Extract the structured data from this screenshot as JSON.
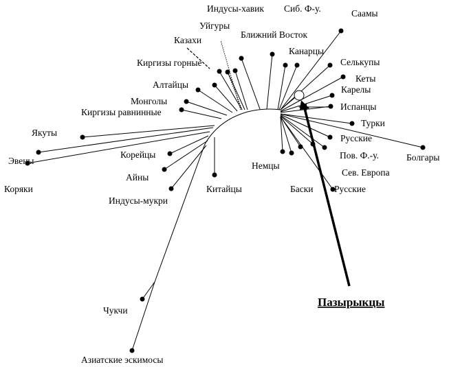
{
  "diagram": {
    "title": "Пазырыкцы",
    "populations": {
      "indus_khavik": "Индусы-хавик",
      "sib_fu": "Сиб. Ф-у.",
      "saamy": "Саамы",
      "uigury": "Уйгуры",
      "blizhny_vostok": "Ближний Восток",
      "kazakhi": "Казахи",
      "kanartsy": "Канарцы",
      "selkupy": "Селькупы",
      "kirgizy_gornye": "Киргизы горные",
      "kety": "Кеты",
      "altaitsy": "Алтайцы",
      "karely": "Карелы",
      "mongoly": "Монголы",
      "ispantsy": "Испанцы",
      "kirgizy_ravninnye": "Киргизы равнинные",
      "turki": "Турки",
      "yakuty": "Якуты",
      "russkie_1": "Русские",
      "bolgary": "Болгары",
      "koreitsy": "Корейцы",
      "pov_fu": "Пов. Ф.-у.",
      "eveny": "Эвены",
      "nemtsy": "Немцы",
      "sev_evropa": "Сев. Европа",
      "ainy": "Айны",
      "kitaitsy": "Китайцы",
      "koryaki": "Коряки",
      "baski": "Баски",
      "russkie_2": "Русские",
      "indus_mukri": "Индусы-мукри",
      "chukchi": "Чукчи",
      "aziat_eskimosy": "Азиатские эскимосы"
    }
  }
}
